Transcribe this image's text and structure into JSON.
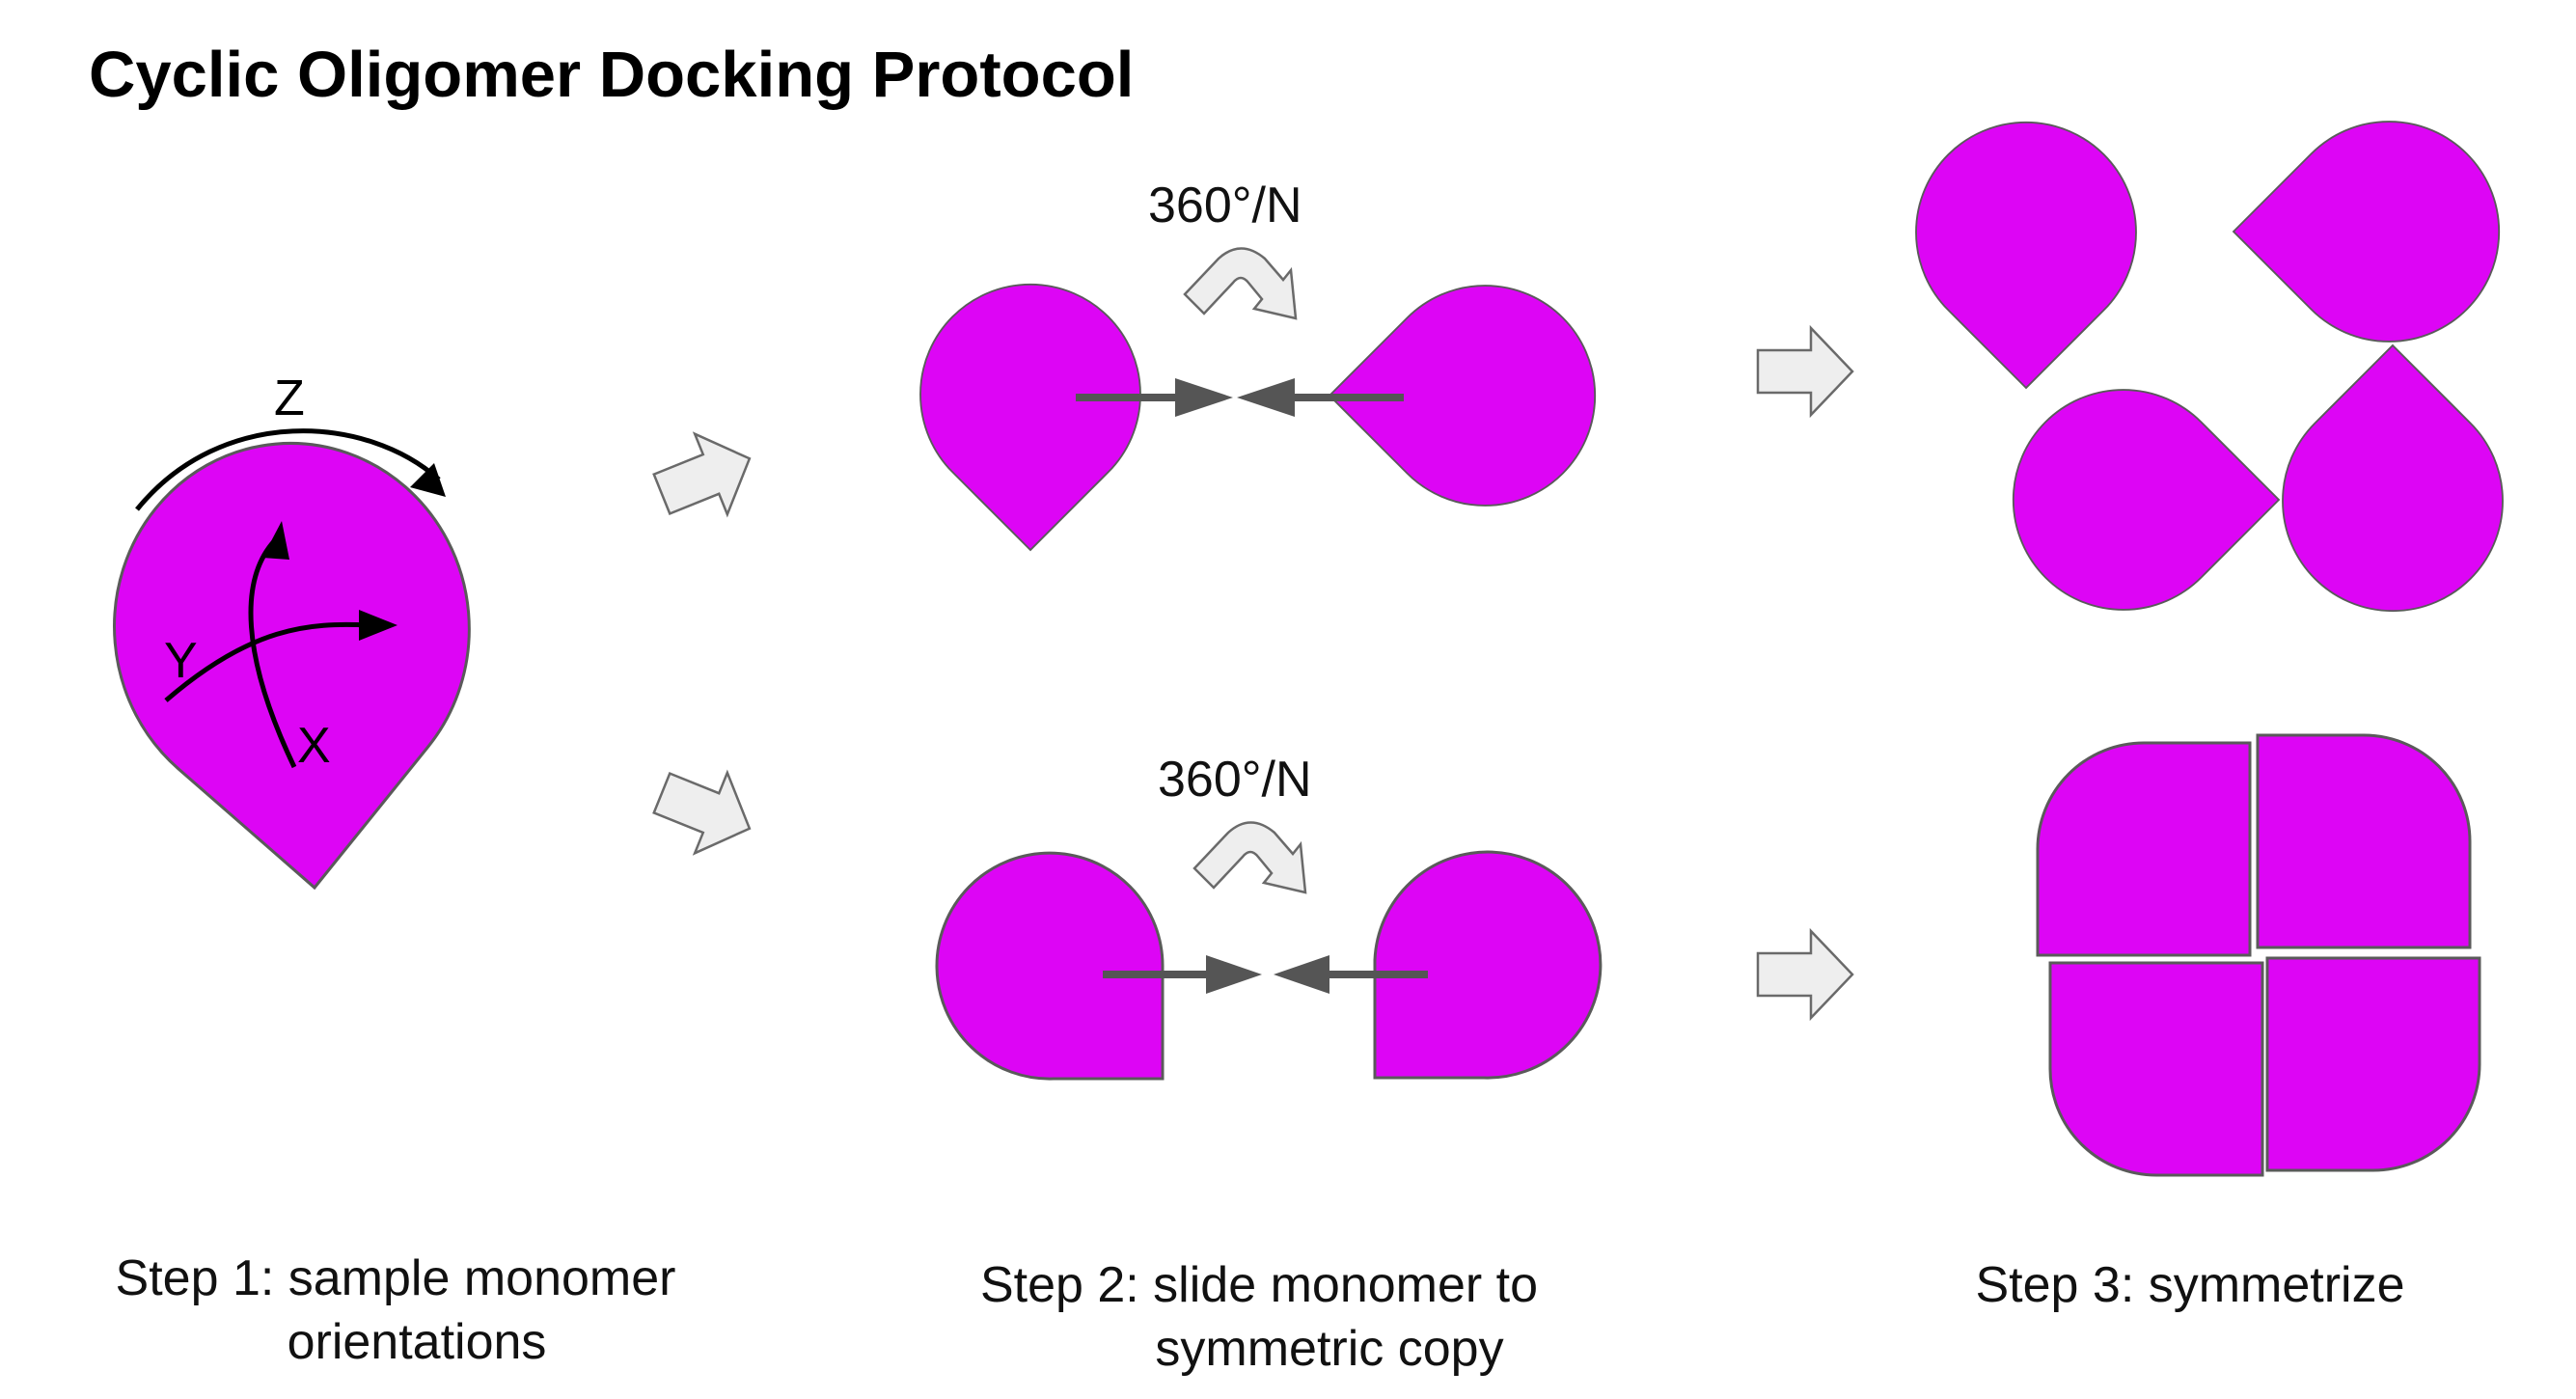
{
  "title": "Cyclic Oligomer Docking Protocol",
  "steps": [
    {
      "caption_lines": [
        "Step 1: sample monomer",
        "orientations"
      ]
    },
    {
      "caption_lines": [
        "Step 2: slide monomer to",
        "symmetric copy"
      ]
    },
    {
      "caption_lines": [
        "Step 3: symmetrize"
      ]
    }
  ],
  "axes": {
    "x": "X",
    "y": "Y",
    "z": "Z"
  },
  "rotation_labels": [
    "360°/N",
    "360°/N"
  ],
  "colors": {
    "monomer_fill": "#DD05F5",
    "outline": "#5a5a5a",
    "block_arrow_fill": "#eeeeee",
    "slide_arrow": "#555555",
    "text": "#000000"
  }
}
